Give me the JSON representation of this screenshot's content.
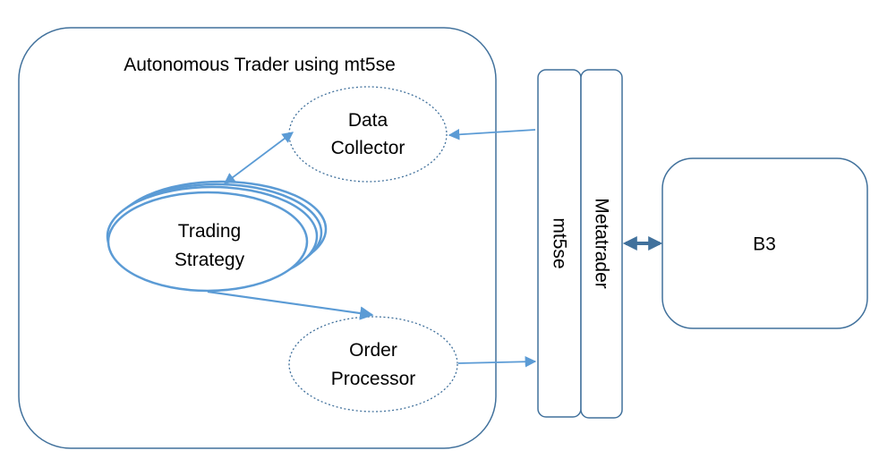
{
  "diagram": {
    "system_title": "Autonomous Trader using mt5se",
    "nodes": {
      "data_collector": {
        "line1": "Data",
        "line2": "Collector"
      },
      "trading_strategy": {
        "line1": "Trading",
        "line2": "Strategy"
      },
      "order_processor": {
        "line1": "Order",
        "line2": "Processor"
      },
      "mt5se": {
        "label": "mt5se"
      },
      "metatrader": {
        "label": "Metatrader"
      },
      "b3": {
        "label": "B3"
      }
    },
    "colors": {
      "border": "#41719C",
      "arrow": "#5B9BD5",
      "dark_arrow": "#41719C",
      "text": "#000000"
    }
  }
}
